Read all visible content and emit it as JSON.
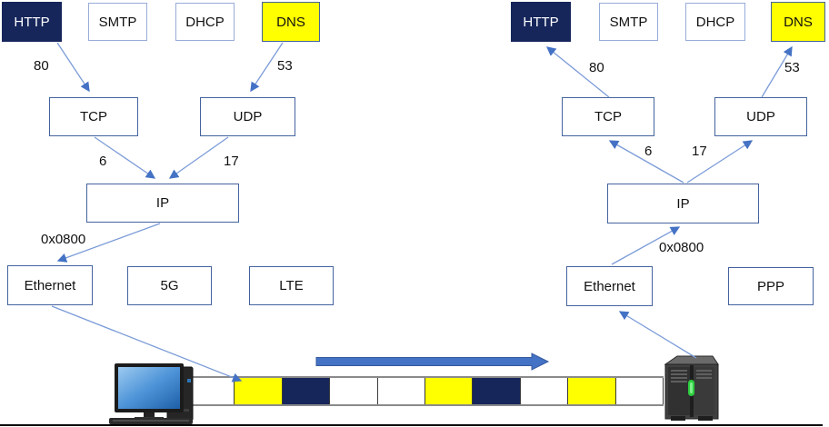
{
  "stacks": {
    "left": {
      "app": [
        "HTTP",
        "SMTP",
        "DHCP",
        "DNS"
      ],
      "transport": [
        "TCP",
        "UDP"
      ],
      "network": "IP",
      "link": [
        "Ethernet",
        "5G",
        "LTE"
      ],
      "edge_labels": {
        "http_port": "80",
        "dns_port": "53",
        "tcp_protocol": "6",
        "udp_protocol": "17",
        "ethertype": "0x0800"
      }
    },
    "right": {
      "app": [
        "HTTP",
        "SMTP",
        "DHCP",
        "DNS"
      ],
      "transport": [
        "TCP",
        "UDP"
      ],
      "network": "IP",
      "link": [
        "Ethernet",
        "PPP"
      ],
      "edge_labels": {
        "http_port": "80",
        "dns_port": "53",
        "tcp_protocol": "6",
        "udp_protocol": "17",
        "ethertype": "0x0800"
      }
    }
  },
  "frame": {
    "segments": [
      "white",
      "yellow",
      "navy",
      "white",
      "white",
      "yellow",
      "navy",
      "white",
      "yellow",
      "white"
    ]
  },
  "colors": {
    "navy": "#16265B",
    "yellow": "#FFFF00",
    "arrow_fill": "#4472C4",
    "line": "#7C9CD8"
  }
}
